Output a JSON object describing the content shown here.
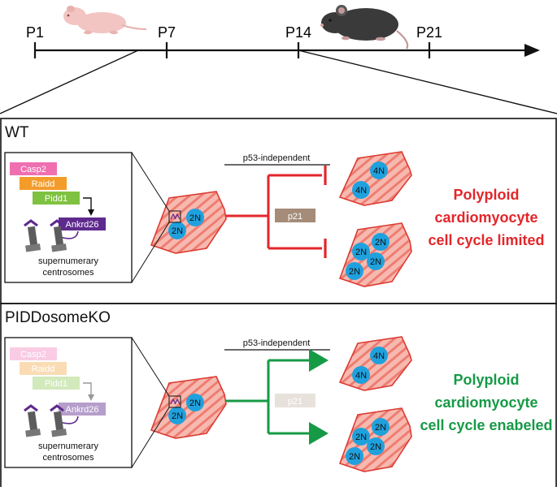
{
  "timeline": {
    "ticks": [
      "P1",
      "P7",
      "P14",
      "P21"
    ]
  },
  "panels": [
    {
      "id": "wt",
      "title": "WT",
      "complex": [
        "Casp2",
        "Raidd",
        "Pidd1"
      ],
      "target": "Ankrd26",
      "centrosome_label_1": "supernumerary",
      "centrosome_label_2": "centrosomes",
      "cell_labels": [
        "2N",
        "2N"
      ],
      "pathway_label": "p53-independent",
      "mediator": "p21",
      "outcome_cells": [
        [
          "4N",
          "4N"
        ],
        [
          "2N",
          "2N",
          "2N",
          "2N"
        ]
      ],
      "outcome_lines": [
        "Polyploid",
        "cardiomyocyte",
        "cell cycle limited"
      ],
      "outcome_color": "#e3262a",
      "faded": false
    },
    {
      "id": "piddosome-ko",
      "title": "PIDDosomeKO",
      "complex": [
        "Casp2",
        "Raidd",
        "Pidd1"
      ],
      "target": "Ankrd26",
      "centrosome_label_1": "supernumerary",
      "centrosome_label_2": "centrosomes",
      "cell_labels": [
        "2N",
        "2N"
      ],
      "pathway_label": "p53-independent",
      "mediator": "p21",
      "outcome_cells": [
        [
          "4N",
          "4N"
        ],
        [
          "2N",
          "2N",
          "2N",
          "2N"
        ]
      ],
      "outcome_lines": [
        "Polyploid",
        "cardiomyocyte",
        "cell cycle enabeled"
      ],
      "outcome_color": "#169a46",
      "faded": true
    }
  ],
  "colors": {
    "casp2": "#ef6fb0",
    "raidd": "#f39c2a",
    "pidd1": "#7fc241",
    "ankrd26": "#5e2a8e",
    "nucleus": "#1fa1dd",
    "cell_fill": "#f6b6ad",
    "cell_stroke": "#dc3b33",
    "p21_box": "#a48c79",
    "centrosome": "#5c5c5c"
  }
}
